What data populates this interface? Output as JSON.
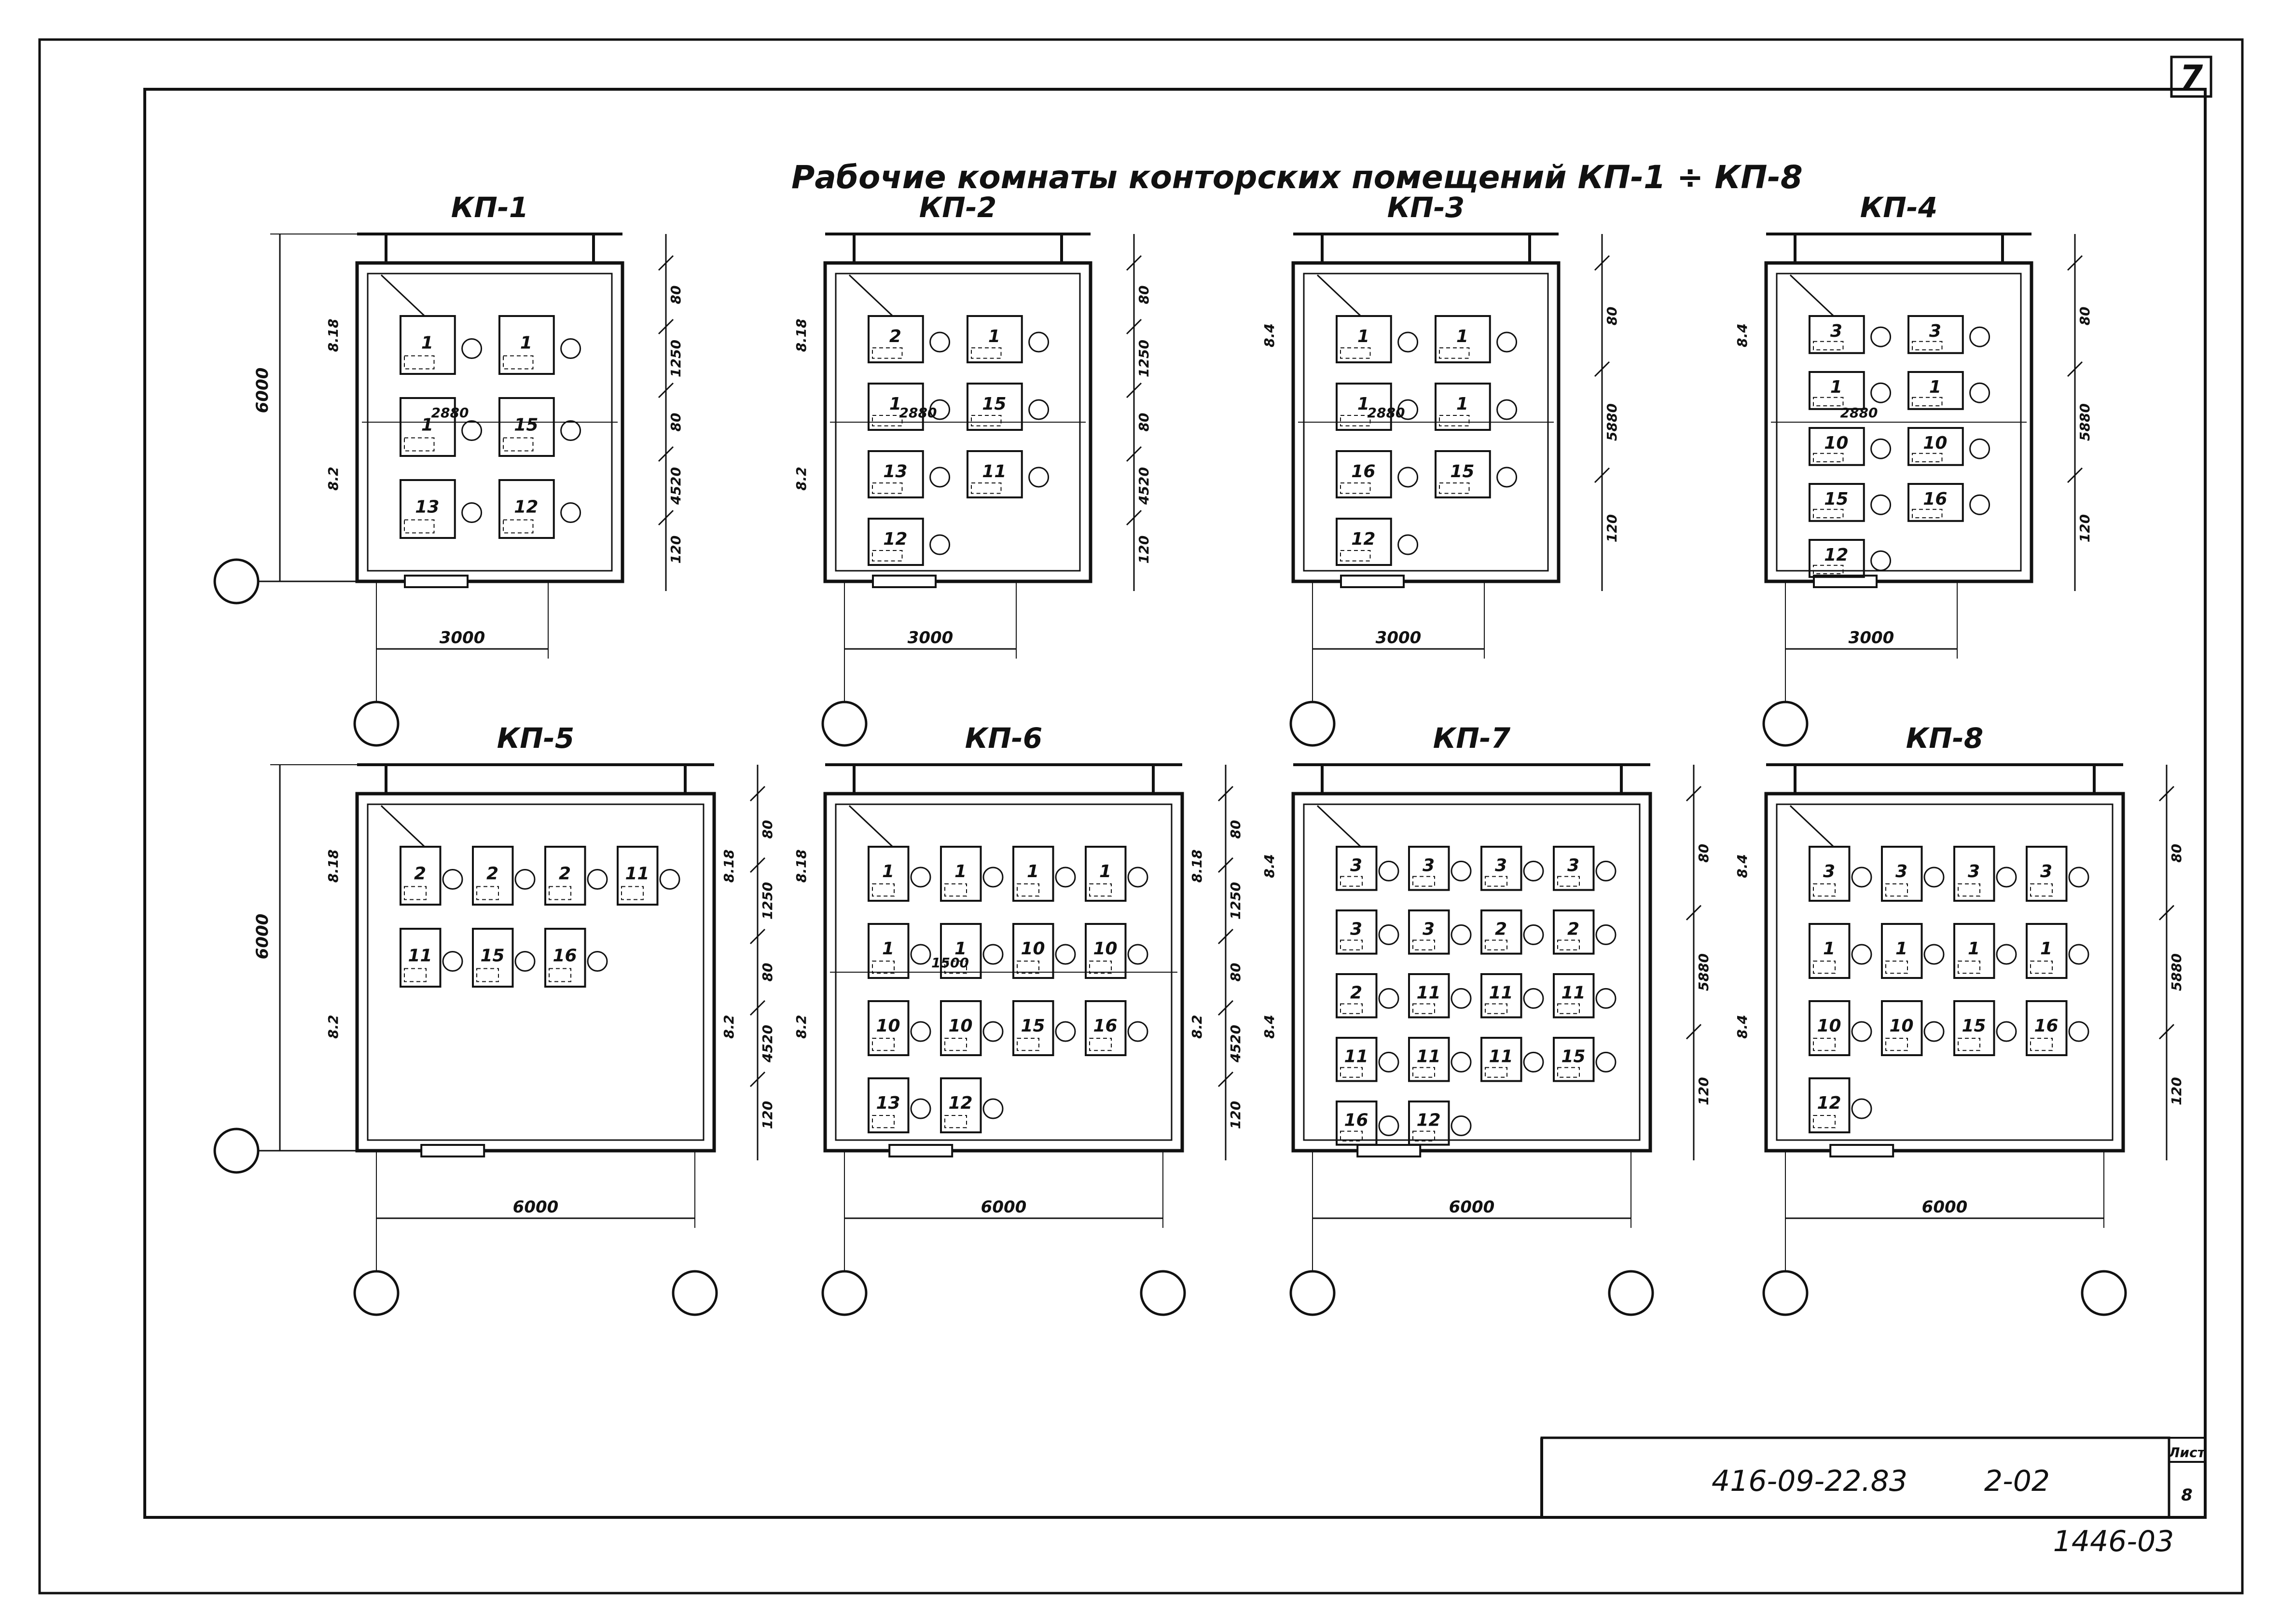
{
  "title": "Рабочие комнаты конторских помещений КП-1 ÷ КП-8",
  "sheet_number": "7",
  "stamp": {
    "doc_code": "416-09-22.83",
    "section": "2-02",
    "list_label": "Лист",
    "list_value": "8",
    "archive_number": "1446-03"
  },
  "plans": [
    {
      "label": "КП-1",
      "width_dim": "3000",
      "height_dim": "6000",
      "right_dims": [
        "80",
        "1250",
        "80",
        "4520",
        "120"
      ],
      "inner_dim": "2880",
      "side_marks": [
        "8.18",
        "8.2"
      ],
      "furniture": [
        "1",
        "1",
        "1",
        "15",
        "13",
        "12"
      ]
    },
    {
      "label": "КП-2",
      "width_dim": "3000",
      "height_dim": "",
      "right_dims": [
        "80",
        "1250",
        "80",
        "4520",
        "120"
      ],
      "inner_dim": "2880",
      "side_marks": [
        "8.18",
        "8.2"
      ],
      "furniture": [
        "2",
        "1",
        "1",
        "15",
        "13",
        "11",
        "12"
      ]
    },
    {
      "label": "КП-3",
      "width_dim": "3000",
      "height_dim": "",
      "right_dims": [
        "80",
        "5880",
        "120"
      ],
      "inner_dim": "2880",
      "side_marks": [
        "8.4"
      ],
      "furniture": [
        "1",
        "1",
        "1",
        "1",
        "16",
        "15",
        "12"
      ]
    },
    {
      "label": "КП-4",
      "width_dim": "3000",
      "height_dim": "",
      "right_dims": [
        "80",
        "5880",
        "120"
      ],
      "inner_dim": "2880",
      "side_marks": [
        "8.4"
      ],
      "furniture": [
        "3",
        "3",
        "1",
        "1",
        "10",
        "10",
        "15",
        "16",
        "12"
      ]
    },
    {
      "label": "КП-5",
      "width_dim": "6000",
      "height_dim": "6000",
      "right_dims": [
        "80",
        "1250",
        "80",
        "4520",
        "120"
      ],
      "inner_dim": "",
      "side_marks": [
        "8.18",
        "8.2",
        "8.18",
        "8.2"
      ],
      "furniture": [
        "2",
        "2",
        "2",
        "11",
        "11",
        "15",
        "16"
      ]
    },
    {
      "label": "КП-6",
      "width_dim": "6000",
      "height_dim": "",
      "right_dims": [
        "80",
        "1250",
        "80",
        "4520",
        "120"
      ],
      "inner_dim": "1500",
      "side_marks": [
        "8.18",
        "8.2",
        "8.18",
        "8.2"
      ],
      "furniture": [
        "1",
        "1",
        "1",
        "1",
        "1",
        "1",
        "10",
        "10",
        "10",
        "10",
        "15",
        "16",
        "13",
        "12"
      ]
    },
    {
      "label": "КП-7",
      "width_dim": "6000",
      "height_dim": "",
      "right_dims": [
        "80",
        "5880",
        "120"
      ],
      "inner_dim": "",
      "side_marks": [
        "8.4",
        "8.4"
      ],
      "furniture": [
        "3",
        "3",
        "3",
        "3",
        "3",
        "3",
        "2",
        "2",
        "2",
        "11",
        "11",
        "11",
        "11",
        "11",
        "11",
        "15",
        "16",
        "12"
      ]
    },
    {
      "label": "КП-8",
      "width_dim": "6000",
      "height_dim": "",
      "right_dims": [
        "80",
        "5880",
        "120"
      ],
      "inner_dim": "",
      "side_marks": [
        "8.4",
        "8.4"
      ],
      "furniture": [
        "3",
        "3",
        "3",
        "3",
        "1",
        "1",
        "1",
        "1",
        "10",
        "10",
        "15",
        "16",
        "12"
      ]
    }
  ]
}
